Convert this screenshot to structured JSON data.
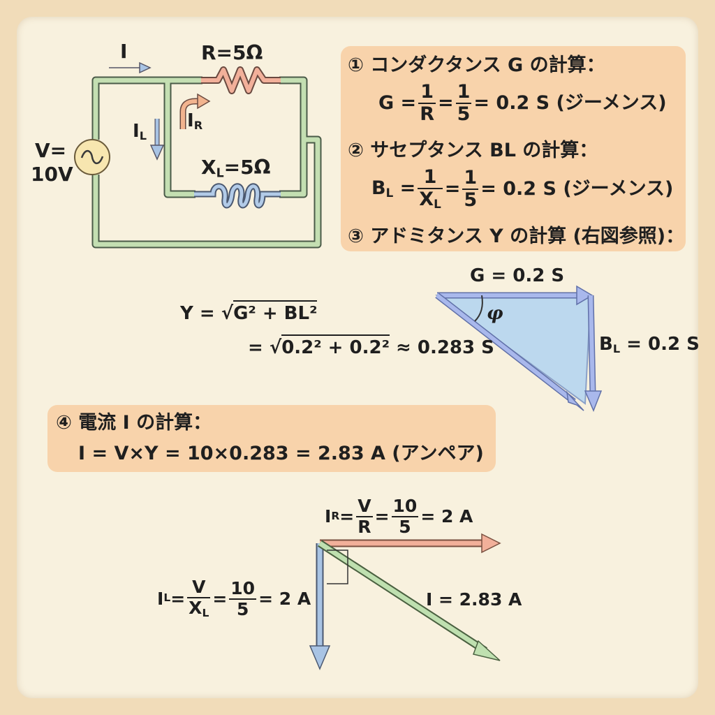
{
  "circuit": {
    "current_label": "I",
    "resistor_label": "R=5Ω",
    "inductor_label_main": "X",
    "inductor_label_sub": "L",
    "inductor_label_rest": "=5Ω",
    "ir_label_main": "I",
    "ir_label_sub": "R",
    "il_label_main": "I",
    "il_label_sub": "L",
    "voltage_line1": "V=",
    "voltage_line2": "10V"
  },
  "step1": {
    "heading": "① コンダクタンス G の計算：",
    "lhs": "G =",
    "f1_num": "1",
    "f1_den": "R",
    "eq": "=",
    "f2_num": "1",
    "f2_den": "5",
    "result": "= 0.2 S (ジーメンス)"
  },
  "step2": {
    "heading": "② サセプタンス BL の計算：",
    "lhs_main": "B",
    "lhs_sub": "L",
    "lhs_eq": " =",
    "f1_num": "1",
    "f1_den_main": "X",
    "f1_den_sub": "L",
    "eq": "=",
    "f2_num": "1",
    "f2_den": "5",
    "result": "= 0.2 S (ジーメンス)"
  },
  "step3": {
    "heading": "③ アドミタンス Y の計算 (右図参照)：",
    "line1_lhs": "Y = √",
    "line1_root": "G² + BL²",
    "line2_lhs": "= √",
    "line2_root": "0.2² + 0.2²",
    "line2_result": "≈ 0.283 S",
    "triangle_g_label": "G = 0.2 S",
    "triangle_b_main": "B",
    "triangle_b_sub": "L",
    "triangle_b_rest": " = 0.2 S",
    "angle_label": "φ"
  },
  "step4": {
    "heading": "④ 電流 I の計算：",
    "formula": "I = V×Y = 10×0.283 = 2.83 A (アンペア)"
  },
  "phasor": {
    "ir_main": "I",
    "ir_sub": "R",
    "ir_eq": " =",
    "ir_f1_num": "V",
    "ir_f1_den": "R",
    "ir_f2_num": "10",
    "ir_f2_den": "5",
    "ir_result": "= 2 A",
    "il_main": "I",
    "il_sub": "L",
    "il_eq": " =",
    "il_f1_num": "V",
    "il_f1_den_main": "X",
    "il_f1_den_sub": "L",
    "il_f2_num": "10",
    "il_f2_den": "5",
    "il_result": "= 2 A",
    "i_label": "I = 2.83 A",
    "eq": "="
  },
  "colors": {
    "wire": "#b9d9a9",
    "resistor": "#f0a890",
    "inductor": "#a9c4e4",
    "box": "#f8d3ab",
    "triangle_fill": "#b9d6ee",
    "triangle_arrow": "#a9b8ec"
  }
}
